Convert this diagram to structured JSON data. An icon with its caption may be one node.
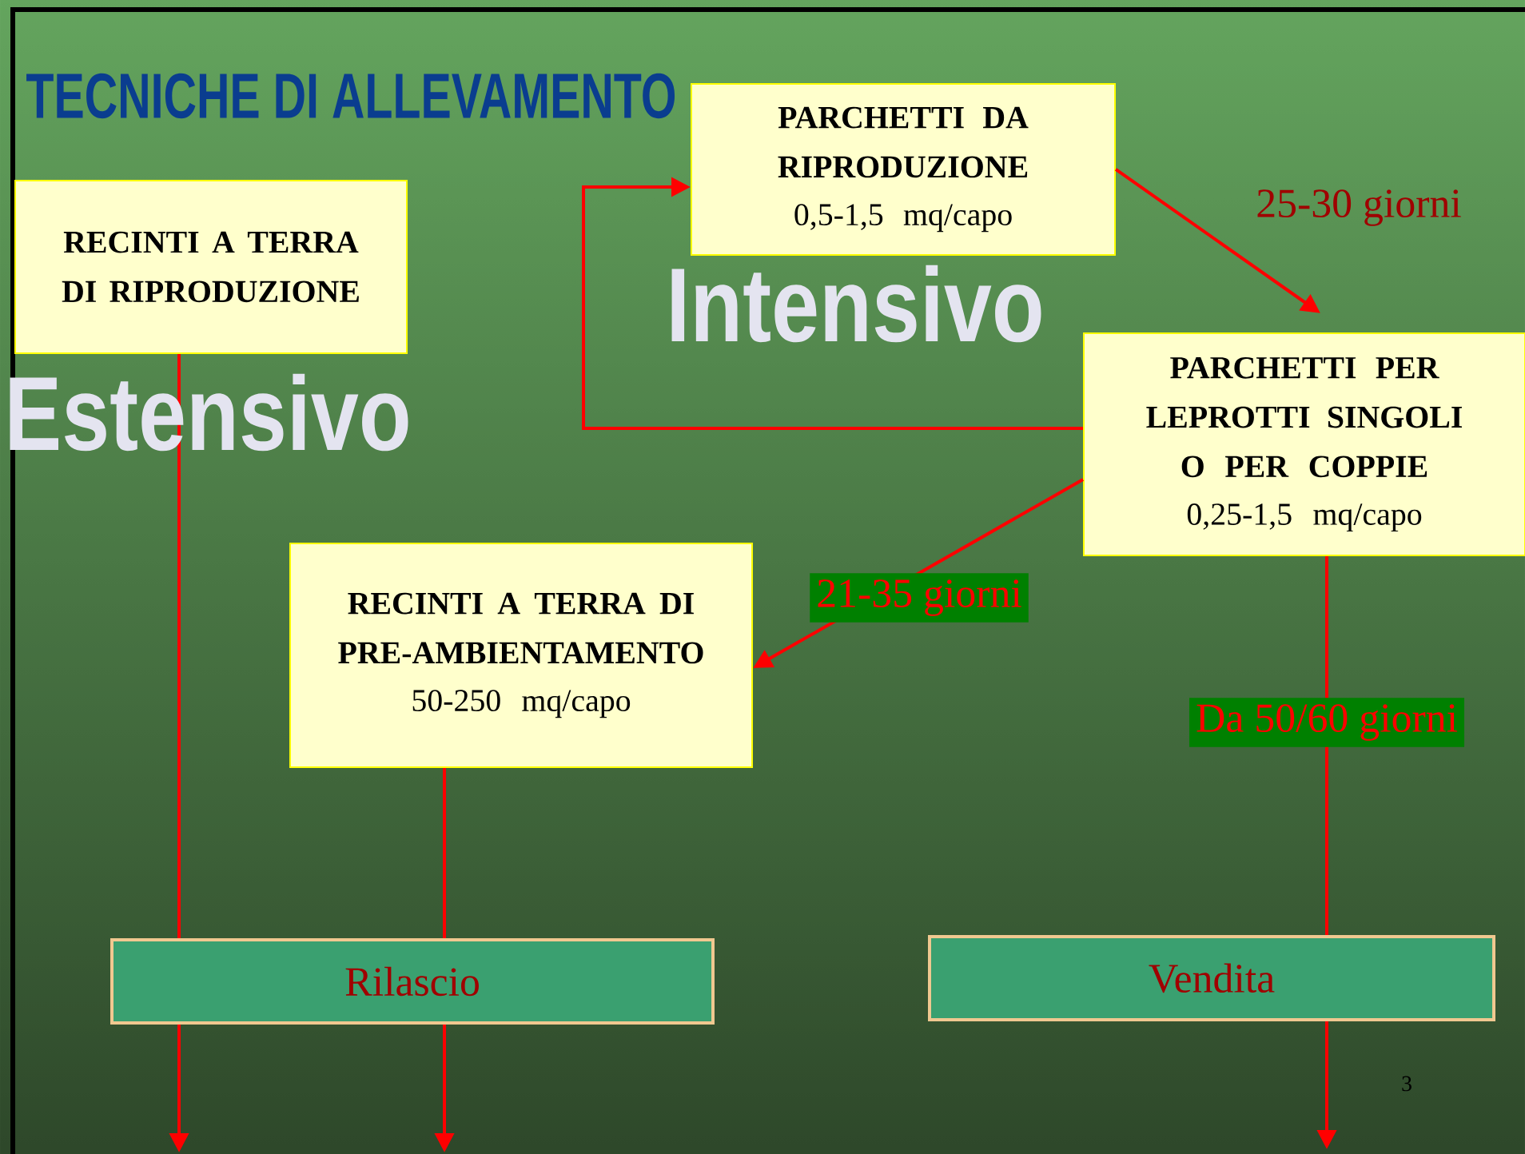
{
  "diagram": {
    "title": "TECNICHE DI ALLEVAMENTO",
    "nodes": [
      {
        "text": [
          "RECINTI A TERRA DI RIPRODUZIONE"
        ]
      },
      {
        "text": [
          "PARCHETTI DA RIPRODUZIONE",
          "0,5-1,5 mq/capo"
        ]
      },
      {
        "text": [
          "PARCHETTI PER LEPROTTI SINGOLI O PER COPPIE",
          "0,25-1,5 mq/capo"
        ]
      },
      {
        "text": [
          "RECINTI A TERRA DI PRE-AMBIENTAMENTO",
          "50-250 mq/capo"
        ]
      },
      {
        "text": [
          "Rilascio"
        ]
      },
      {
        "text": [
          "Vendita"
        ]
      }
    ],
    "edges": [
      {
        "from": 0,
        "to": 4,
        "arrow": "none"
      },
      {
        "from": 3,
        "to": 4,
        "arrow": "none"
      },
      {
        "from": 1,
        "to": 2,
        "arrow": "to",
        "label": "25-30 giorni"
      },
      {
        "from": 2,
        "to": 1,
        "arrow": "to"
      },
      {
        "from": 2,
        "to": 3,
        "arrow": "to",
        "label": "21-35 giorni"
      },
      {
        "from": 2,
        "to": 5,
        "arrow": "none",
        "label": "Da 50/60 giorni"
      },
      {
        "from": 4,
        "to": null,
        "arrow": "to"
      },
      {
        "from": 4,
        "to": null,
        "arrow": "to"
      },
      {
        "from": 5,
        "to": null,
        "arrow": "to"
      }
    ],
    "labels": [
      "Intensivo",
      "Estensivo",
      "3"
    ]
  }
}
